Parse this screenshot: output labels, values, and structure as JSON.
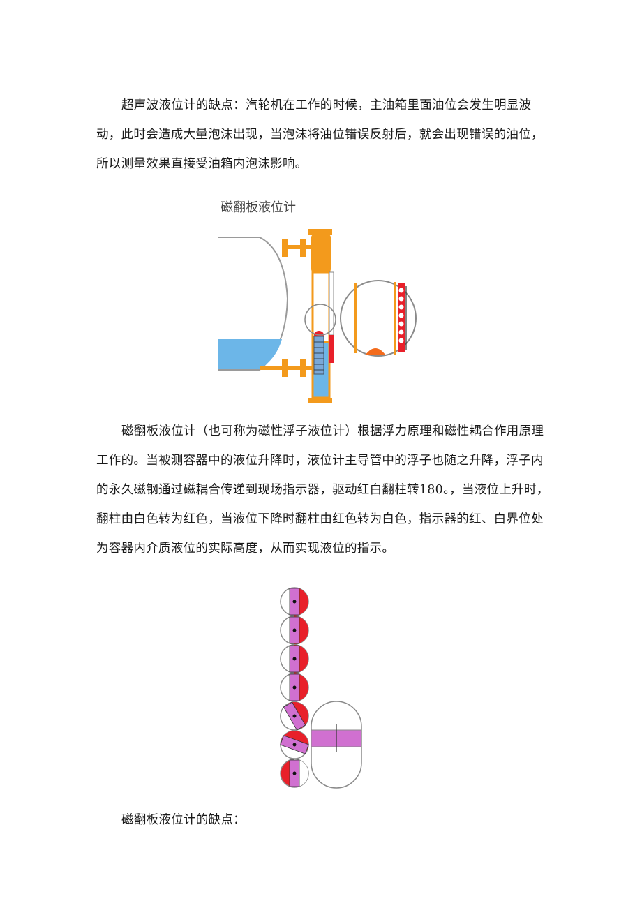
{
  "paragraphs": {
    "p1": "超声波液位计的缺点：汽轮机在工作的时候，主油箱里面油位会发生明显波动，此时会造成大量泡沫出现，当泡沫将油位错误反射后，就会出现错误的油位，所以测量效果直接受油箱内泡沫影响。",
    "p2": "磁翻板液位计（也可称为磁性浮子液位计）根据浮力原理和磁性耦合作用原理工作的。当被测容器中的液位升降时，液位计主导管中的浮子也随之升降，浮子内的永久磁钢通过磁耦合传递到现场指示器，驱动红白翻柱转180。，当液位上升时，翻柱由白色转为红色，当液位下降时翻柱由红色转为白色，指示器的红、白界位处为容器内介质液位的实际高度，从而实现液位的指示。",
    "p3": "磁翻板液位计的缺点："
  },
  "figure1": {
    "caption": "磁翻板液位计"
  },
  "colors": {
    "orange": "#f39a1c",
    "blue_liquid": "#6cb6e8",
    "red": "#e8202a",
    "magenta": "#d070d0",
    "gray_line": "#8a8a8a"
  }
}
